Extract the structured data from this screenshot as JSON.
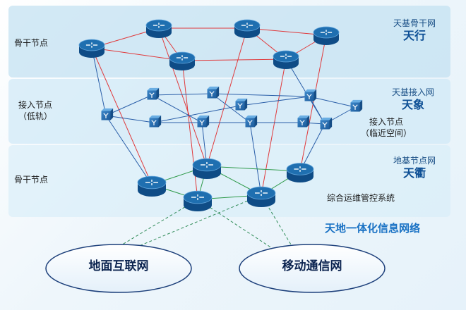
{
  "layers": {
    "top": {
      "left_label": "骨干节点",
      "right_small": "天基骨干网",
      "right_big": "天行"
    },
    "mid": {
      "left_label_1": "接入节点",
      "left_label_2": "（低轨）",
      "right_small": "天基接入网",
      "right_big": "天象",
      "mid_label_1": "接入节点",
      "mid_label_2": "（临近空间）"
    },
    "low": {
      "left_label": "骨干节点",
      "right_small": "地基节点网",
      "right_big": "天衢",
      "system_label": "综合运维管控系统"
    }
  },
  "network_title": "天地一体化信息网络",
  "ground": {
    "internet": "地面互联网",
    "mobile": "移动通信网"
  },
  "colors": {
    "red_link": "#e0393b",
    "blue_link": "#2a5ea8",
    "green_link": "#2e9a4a",
    "dashed_link": "#2e8b57",
    "router_top": "#1f6fb0",
    "router_side": "#0f4c86",
    "switch_face": "#2a6fb3"
  }
}
